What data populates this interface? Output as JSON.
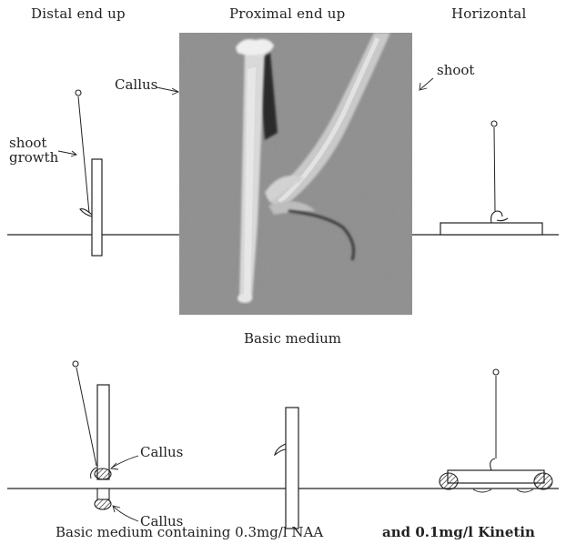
{
  "columns": {
    "distal": "Distal end up",
    "proximal": "Proximal end up",
    "horizontal": "Horizontal"
  },
  "labels": {
    "callus_photo": "Callus",
    "shoot_photo": "shoot",
    "shoot_growth_line1": "shoot",
    "shoot_growth_line2": "growth",
    "callus_upper": "Callus",
    "callus_lower": "Callus"
  },
  "captions": {
    "basic": "Basic medium",
    "supplemented_a": "Basic medium containing 0.3mg/l NAA",
    "supplemented_b": "and 0.1mg/l Kinetin"
  }
}
